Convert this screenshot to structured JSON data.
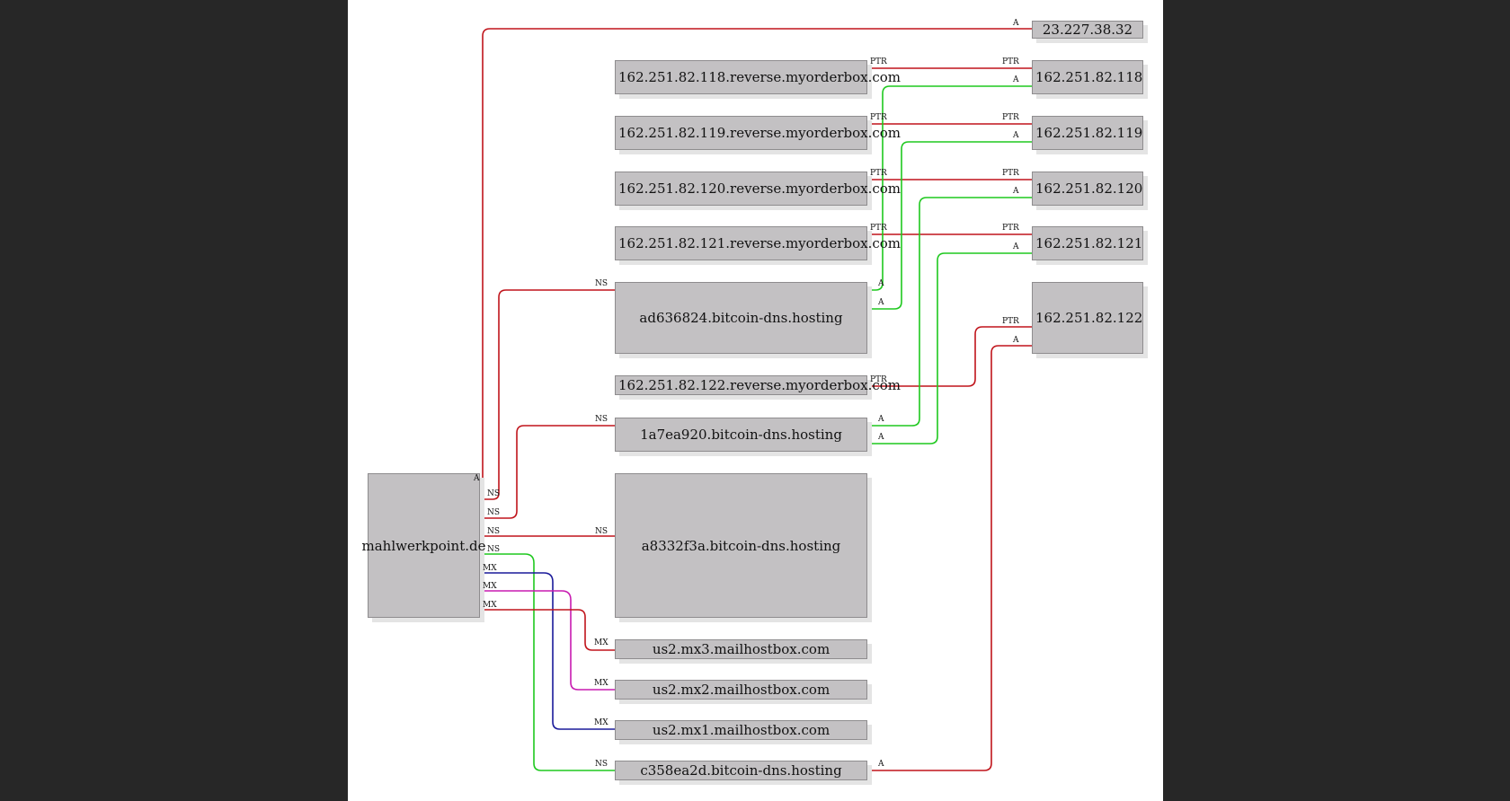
{
  "colors": {
    "background": "#272727",
    "canvas": "#ffffff",
    "node": "#c3c1c3",
    "red": "#c0141b",
    "green": "#1ec81e",
    "blue": "#1a1a9a",
    "magenta": "#c81ab0"
  },
  "nodes": {
    "root": "mahlwerkpoint.de",
    "ip_23": "23.227.38.32",
    "ip_118": "162.251.82.118",
    "ip_119": "162.251.82.119",
    "ip_120": "162.251.82.120",
    "ip_121": "162.251.82.121",
    "ip_122": "162.251.82.122",
    "rev_118": "162.251.82.118.reverse.myorderbox.com",
    "rev_119": "162.251.82.119.reverse.myorderbox.com",
    "rev_120": "162.251.82.120.reverse.myorderbox.com",
    "rev_121": "162.251.82.121.reverse.myorderbox.com",
    "rev_122": "162.251.82.122.reverse.myorderbox.com",
    "ns_ad636824": "ad636824.bitcoin-dns.hosting",
    "ns_1a7ea920": "1a7ea920.bitcoin-dns.hosting",
    "ns_a8332f3a": "a8332f3a.bitcoin-dns.hosting",
    "ns_c358ea2d": "c358ea2d.bitcoin-dns.hosting",
    "mx3": "us2.mx3.mailhostbox.com",
    "mx2": "us2.mx2.mailhostbox.com",
    "mx1": "us2.mx1.mailhostbox.com"
  },
  "edges": [
    {
      "id": "root-a-23",
      "from": "root",
      "to": "ip_23",
      "type": "A",
      "color": "red",
      "labels": [
        "A",
        "A"
      ]
    },
    {
      "id": "root-ns-ad",
      "from": "root",
      "to": "ns_ad636824",
      "type": "NS",
      "color": "red",
      "labels": [
        "NS",
        "NS"
      ]
    },
    {
      "id": "root-ns-1a",
      "from": "root",
      "to": "ns_1a7ea920",
      "type": "NS",
      "color": "red",
      "labels": [
        "NS",
        "NS"
      ]
    },
    {
      "id": "root-ns-a8",
      "from": "root",
      "to": "ns_a8332f3a",
      "type": "NS",
      "color": "red",
      "labels": [
        "NS",
        "NS"
      ]
    },
    {
      "id": "root-ns-c3",
      "from": "root",
      "to": "ns_c358ea2d",
      "type": "NS",
      "color": "green",
      "labels": [
        "NS",
        "NS"
      ]
    },
    {
      "id": "root-mx-1",
      "from": "root",
      "to": "mx1",
      "type": "MX",
      "color": "blue",
      "labels": [
        "MX",
        "MX"
      ]
    },
    {
      "id": "root-mx-2",
      "from": "root",
      "to": "mx2",
      "type": "MX",
      "color": "magenta",
      "labels": [
        "MX",
        "MX"
      ]
    },
    {
      "id": "root-mx-3",
      "from": "root",
      "to": "mx3",
      "type": "MX",
      "color": "red",
      "labels": [
        "MX",
        "MX"
      ]
    },
    {
      "id": "rev118-ptr",
      "from": "rev_118",
      "to": "ip_118",
      "type": "PTR",
      "color": "red",
      "labels": [
        "PTR",
        "PTR"
      ]
    },
    {
      "id": "rev119-ptr",
      "from": "rev_119",
      "to": "ip_119",
      "type": "PTR",
      "color": "red",
      "labels": [
        "PTR",
        "PTR"
      ]
    },
    {
      "id": "rev120-ptr",
      "from": "rev_120",
      "to": "ip_120",
      "type": "PTR",
      "color": "red",
      "labels": [
        "PTR",
        "PTR"
      ]
    },
    {
      "id": "rev121-ptr",
      "from": "rev_121",
      "to": "ip_121",
      "type": "PTR",
      "color": "red",
      "labels": [
        "PTR",
        "PTR"
      ]
    },
    {
      "id": "rev122-ptr",
      "from": "rev_122",
      "to": "ip_122",
      "type": "PTR",
      "color": "red",
      "labels": [
        "PTR",
        "PTR"
      ]
    },
    {
      "id": "ad-a-118",
      "from": "ns_ad636824",
      "to": "ip_118",
      "type": "A",
      "color": "green",
      "labels": [
        "A",
        "A"
      ]
    },
    {
      "id": "ad-a-119",
      "from": "ns_ad636824",
      "to": "ip_119",
      "type": "A",
      "color": "green",
      "labels": [
        "A",
        "A"
      ]
    },
    {
      "id": "1a-a-120",
      "from": "ns_1a7ea920",
      "to": "ip_120",
      "type": "A",
      "color": "green",
      "labels": [
        "A",
        "A"
      ]
    },
    {
      "id": "1a-a-121",
      "from": "ns_1a7ea920",
      "to": "ip_121",
      "type": "A",
      "color": "green",
      "labels": [
        "A",
        "A"
      ]
    },
    {
      "id": "c3-a-122",
      "from": "ns_c358ea2d",
      "to": "ip_122",
      "type": "A",
      "color": "red",
      "labels": [
        "A",
        "A"
      ]
    }
  ]
}
